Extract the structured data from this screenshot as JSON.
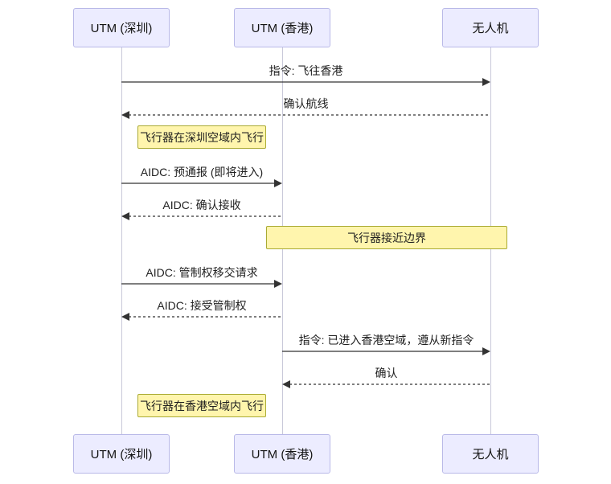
{
  "diagram": {
    "type": "sequence-diagram",
    "actors": [
      {
        "label": "UTM (深圳)"
      },
      {
        "label": "UTM (香港)"
      },
      {
        "label": "无人机"
      }
    ],
    "messages": [
      {
        "text": "指令: 飞往香港",
        "from": "UTM (深圳)",
        "to": "无人机",
        "line": "solid"
      },
      {
        "text": "确认航线",
        "from": "无人机",
        "to": "UTM (深圳)",
        "line": "dashed"
      },
      {
        "text": "AIDC: 预通报 (即将进入)",
        "from": "UTM (深圳)",
        "to": "UTM (香港)",
        "line": "solid"
      },
      {
        "text": "AIDC: 确认接收",
        "from": "UTM (香港)",
        "to": "UTM (深圳)",
        "line": "dashed"
      },
      {
        "text": "AIDC: 管制权移交请求",
        "from": "UTM (深圳)",
        "to": "UTM (香港)",
        "line": "solid"
      },
      {
        "text": "AIDC: 接受管制权",
        "from": "UTM (香港)",
        "to": "UTM (深圳)",
        "line": "dashed"
      },
      {
        "text": "指令: 已进入香港空域，遵从新指令",
        "from": "UTM (香港)",
        "to": "无人机",
        "line": "solid"
      },
      {
        "text": "确认",
        "from": "无人机",
        "to": "UTM (香港)",
        "line": "dashed"
      }
    ],
    "notes": [
      {
        "text": "飞行器在深圳空域内飞行"
      },
      {
        "text": "飞行器接近边界"
      },
      {
        "text": "飞行器在香港空域内飞行"
      }
    ],
    "colors": {
      "actor_fill": "#ECECFF",
      "actor_border": "#b9b9e8",
      "note_fill": "#fff5ad",
      "note_border": "#aaaa33",
      "arrow": "#333333",
      "lifeline": "#c9c9d9"
    }
  }
}
